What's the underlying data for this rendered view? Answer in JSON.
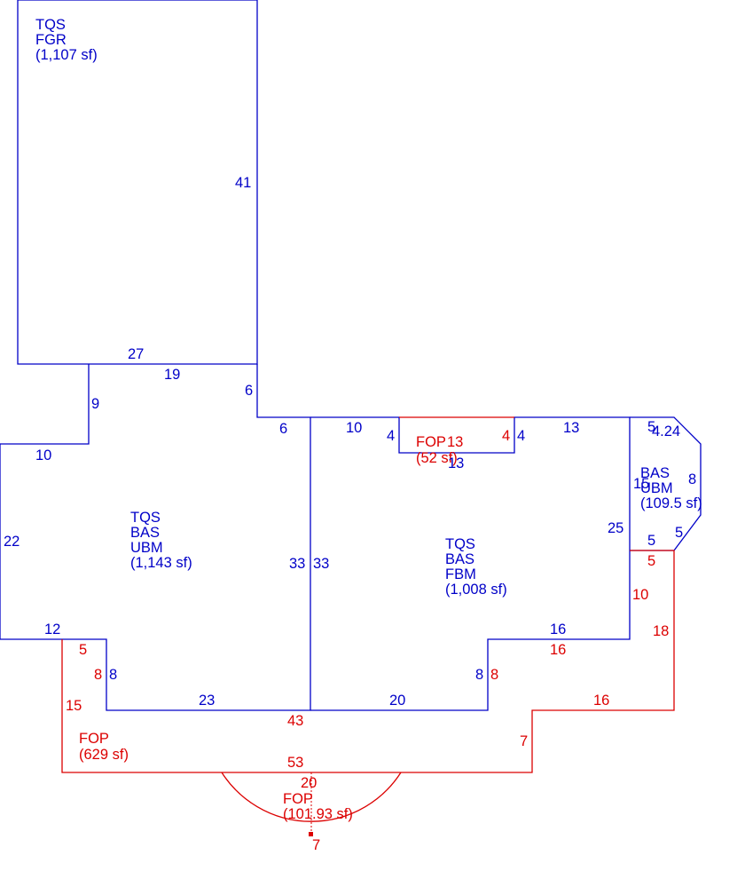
{
  "colors": {
    "building": "#0000c8",
    "porch": "#dc0000",
    "background": "#ffffff"
  },
  "areas": {
    "garage": {
      "line1": "TQS",
      "line2": "FGR",
      "line3": "(1,107 sf)"
    },
    "west": {
      "line1": "TQS",
      "line2": "BAS",
      "line3": "UBM",
      "line4": "(1,143 sf)"
    },
    "center": {
      "line1": "TQS",
      "line2": "BAS",
      "line3": "FBM",
      "line4": "(1,008 sf)"
    },
    "east": {
      "line1": "BAS",
      "line2": "UBM",
      "line3": "(109.5 sf)"
    },
    "porch_small": {
      "line1": "FOP",
      "line2": "(52 sf)"
    },
    "porch_main": {
      "line1": "FOP",
      "line2": "(629 sf)"
    },
    "porch_arc": {
      "line1": "FOP",
      "line2": "(101.93 sf)"
    }
  },
  "dimensions": {
    "blue": {
      "garage_right": "41",
      "garage_bottom": "27",
      "west_top": "19",
      "step_down": "6",
      "west_notch_v": "9",
      "west_notch_h": "10",
      "west_left": "22",
      "west_bottom_left": "12",
      "west_step_v": "8",
      "west_bottom": "23",
      "step_top": "6",
      "mid_wall_left": "33",
      "mid_wall_right": "33",
      "center_top_left": "10",
      "porch_left_v": "4",
      "porch_right_v": "4",
      "center_top_right": "13",
      "porch_top": "13",
      "porch_bottom": "13",
      "center_bottom": "20",
      "center_step_v": "8",
      "center_step_h": "16",
      "east_wall": "25",
      "east_inner": "15",
      "east_top": "5",
      "east_diag_top": "4.24",
      "east_right": "8",
      "east_diag_bottom": "5",
      "east_bottom": "5"
    },
    "red": {
      "porch_left_v": "4",
      "porch_top": "13",
      "p_top_left": "5",
      "p_step_v": "8",
      "p_left": "15",
      "p_top_mid": "43",
      "p_bottom": "53",
      "p_step_right": "8",
      "p_mid_h": "16",
      "p_right_upper": "10",
      "p_east_top": "5",
      "p_right": "18",
      "p_lower_h": "16",
      "p_lower_v": "7",
      "arc_chord": "20",
      "arc_depth": "7"
    }
  }
}
